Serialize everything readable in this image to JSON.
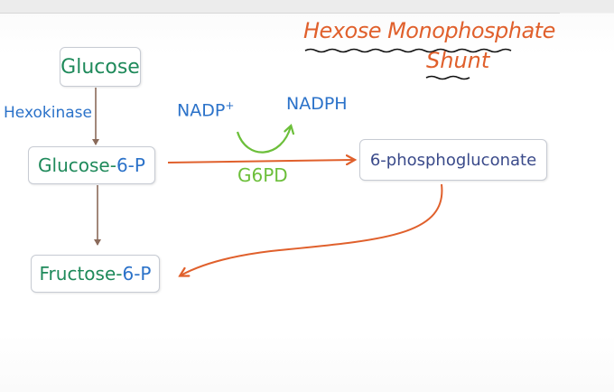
{
  "title": {
    "line1": "Hexose Monophosphate",
    "line2": "Shunt"
  },
  "nodes": {
    "glucose": "Glucose",
    "glucose_6_p": {
      "prefix": "Glucose-",
      "suffix": "6-P"
    },
    "fructose_6_p": {
      "prefix": "Fructose-",
      "suffix": "6-P"
    },
    "phosphogluconate": "6-phosphogluconate"
  },
  "labels": {
    "enzyme_hexokinase": "Hexokinase",
    "cofactor_in": "NADP",
    "cofactor_in_sup": "+",
    "cofactor_out": "NADPH",
    "enzyme_g6pd": "G6PD"
  },
  "colors": {
    "title": "#e0602c",
    "node_green": "#1f8a5b",
    "node_blue": "#2b72c9",
    "phosphogluconate": "#3a4a8a",
    "arrow_orange": "#e0602c",
    "arrow_brown": "#8a6a5a",
    "cofactor_arrow": "#6cbf3a"
  }
}
